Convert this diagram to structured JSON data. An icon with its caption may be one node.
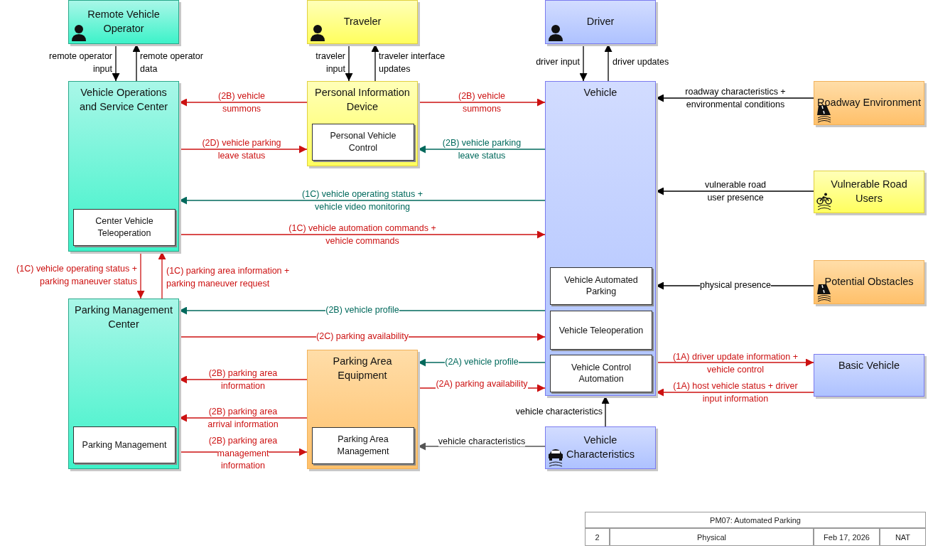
{
  "diagram": {
    "nodes": [
      {
        "text": [
          "Remote Vehicle Operator"
        ]
      },
      {
        "text": [
          "Traveler"
        ]
      },
      {
        "text": [
          "Driver"
        ]
      },
      {
        "text": [
          "Vehicle Operations and Service Center"
        ]
      },
      {
        "text": [
          "Center Vehicle Teleoperation"
        ],
        "in": 3
      },
      {
        "text": [
          "Personal Information Device"
        ]
      },
      {
        "text": [
          "Personal Vehicle Control"
        ],
        "in": 5
      },
      {
        "text": [
          "Vehicle"
        ]
      },
      {
        "text": [
          "Vehicle Automated Parking"
        ],
        "in": 7
      },
      {
        "text": [
          "Vehicle Teleoperation"
        ],
        "in": 7
      },
      {
        "text": [
          "Vehicle Control Automation"
        ],
        "in": 7
      },
      {
        "text": [
          "Roadway Environment"
        ]
      },
      {
        "text": [
          "Vulnerable Road Users"
        ]
      },
      {
        "text": [
          "Potential Obstacles"
        ]
      },
      {
        "text": [
          "Basic Vehicle"
        ]
      },
      {
        "text": [
          "Parking Management Center"
        ]
      },
      {
        "text": [
          "Parking Management"
        ],
        "in": 15
      },
      {
        "text": [
          "Parking Area Equipment"
        ]
      },
      {
        "text": [
          "Parking Area Management"
        ],
        "in": 17
      },
      {
        "text": [
          "Vehicle Characteristics"
        ]
      }
    ],
    "edges": [
      {
        "from": 0,
        "to": 3,
        "arrow": "to",
        "label": "remote operator input",
        "color": "#000000"
      },
      {
        "from": 3,
        "to": 0,
        "arrow": "to",
        "label": "remote operator data",
        "color": "#000000"
      },
      {
        "from": 1,
        "to": 5,
        "arrow": "to",
        "label": "traveler input",
        "color": "#000000"
      },
      {
        "from": 5,
        "to": 1,
        "arrow": "to",
        "label": "traveler interface updates",
        "color": "#000000"
      },
      {
        "from": 2,
        "to": 7,
        "arrow": "to",
        "label": "driver input",
        "color": "#000000"
      },
      {
        "from": 7,
        "to": 2,
        "arrow": "to",
        "label": "driver updates",
        "color": "#000000"
      },
      {
        "from": 5,
        "to": 3,
        "arrow": "to",
        "label": "(2B) vehicle summons"
      },
      {
        "from": 7,
        "to": 5,
        "arrow": "to",
        "label": "(2B) vehicle parking leave status",
        "color": "#00695c"
      },
      {
        "from": 3,
        "to": 5,
        "arrow": "to",
        "label": "(2D) vehicle parking leave status"
      },
      {
        "from": 5,
        "to": 7,
        "arrow": "to",
        "label": "(2B) vehicle summons"
      },
      {
        "from": 7,
        "to": 3,
        "arrow": "to",
        "label": "(1C) vehicle operating status + vehicle video monitoring",
        "color": "#00695c"
      },
      {
        "from": 3,
        "to": 7,
        "arrow": "to",
        "label": "(1C) vehicle automation commands + vehicle commands"
      },
      {
        "from": 3,
        "to": 15,
        "arrow": "to",
        "label": "(1C) vehicle operating status + parking maneuver status"
      },
      {
        "from": 15,
        "to": 3,
        "arrow": "to",
        "label": "(1C) parking area information + parking maneuver request"
      },
      {
        "from": 11,
        "to": 7,
        "arrow": "to",
        "label": "roadway characteristics + environmental conditions",
        "color": "#000000"
      },
      {
        "from": 12,
        "to": 7,
        "arrow": "to",
        "label": "vulnerable road user presence",
        "color": "#000000"
      },
      {
        "from": 13,
        "to": 7,
        "arrow": "to",
        "label": "physical presence",
        "color": "#000000"
      },
      {
        "from": 7,
        "to": 15,
        "arrow": "to",
        "label": "(2B) vehicle profile",
        "color": "#00695c"
      },
      {
        "from": 15,
        "to": 7,
        "arrow": "to",
        "label": "(2C) parking availability"
      },
      {
        "from": 7,
        "to": 17,
        "arrow": "to",
        "label": "(2A) vehicle profile",
        "color": "#00695c"
      },
      {
        "from": 17,
        "to": 7,
        "arrow": "to",
        "label": "(2A) parking availability"
      },
      {
        "from": 17,
        "to": 15,
        "arrow": "to",
        "label": "(2B) parking area information"
      },
      {
        "from": 17,
        "to": 15,
        "arrow": "to",
        "label": "(2B) parking area arrival information"
      },
      {
        "from": 15,
        "to": 17,
        "arrow": "to",
        "label": "(2B) parking area management information"
      },
      {
        "from": 7,
        "to": 14,
        "arrow": "to",
        "label": "(1A) driver update information + vehicle control"
      },
      {
        "from": 14,
        "to": 7,
        "arrow": "to",
        "label": "(1A) host vehicle status + driver input information"
      },
      {
        "from": 19,
        "to": 7,
        "arrow": "to",
        "label": "vehicle characteristics",
        "color": "#000000"
      },
      {
        "from": 19,
        "to": 17,
        "arrow": "to",
        "label": "vehicle characteristics",
        "color": "#555555"
      }
    ],
    "labels": [
      "PM07: Automated Parking",
      "2",
      "Physical",
      "Feb 17, 2026",
      "NAT"
    ]
  }
}
